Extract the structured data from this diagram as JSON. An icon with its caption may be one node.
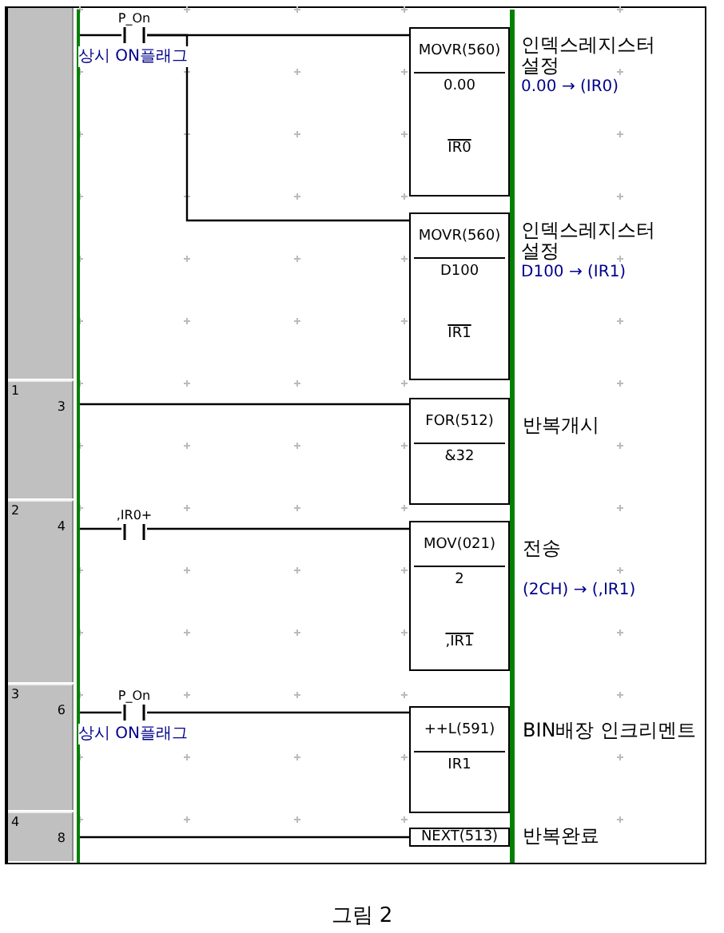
{
  "diagram": {
    "caption": "그림 2",
    "nodes": [
      {
        "text": [],
        "shape": "bar"
      },
      {
        "text": [
          "P_On"
        ],
        "beside": [
          "상시 ON플래그"
        ]
      },
      {
        "text": [
          "MOVR(560)",
          "0.00",
          "IR0"
        ],
        "beside": [
          "인덱스레지스터 설정",
          "0.00 → (IR0)"
        ]
      },
      {
        "text": [
          "MOVR(560)",
          "D100",
          "IR1"
        ],
        "beside": [
          "인덱스레지스터 설정",
          "D100 → (IR1)"
        ]
      },
      {
        "text": [
          "FOR(512)",
          "&32"
        ],
        "beside": [
          "반복개시"
        ]
      },
      {
        "text": [
          ",IR0+"
        ]
      },
      {
        "text": [
          "MOV(021)",
          "2",
          ",IR1"
        ],
        "beside": [
          "전송",
          "(2CH) → (,IR1)"
        ]
      },
      {
        "text": [
          "P_On"
        ],
        "beside": [
          "상시 ON플래그"
        ]
      },
      {
        "text": [
          "++L(591)",
          "IR1"
        ],
        "beside": [
          "BIN배장 인크리멘트"
        ]
      },
      {
        "text": [
          "NEXT(513)"
        ],
        "beside": [
          "반복완료"
        ]
      }
    ],
    "edges": [
      {
        "from": 0,
        "to": 1,
        "arrow": "none"
      },
      {
        "from": 1,
        "to": 2,
        "arrow": "none"
      },
      {
        "from": 1,
        "to": 3,
        "arrow": "none"
      },
      {
        "from": 0,
        "to": 4,
        "arrow": "none"
      },
      {
        "from": 0,
        "to": 5,
        "arrow": "none"
      },
      {
        "from": 5,
        "to": 6,
        "arrow": "none"
      },
      {
        "from": 0,
        "to": 7,
        "arrow": "none"
      },
      {
        "from": 7,
        "to": 8,
        "arrow": "none"
      },
      {
        "from": 0,
        "to": 9,
        "arrow": "none"
      }
    ],
    "labels": [
      "1",
      "3",
      "2",
      "4",
      "3",
      "6",
      "4",
      "8"
    ]
  }
}
